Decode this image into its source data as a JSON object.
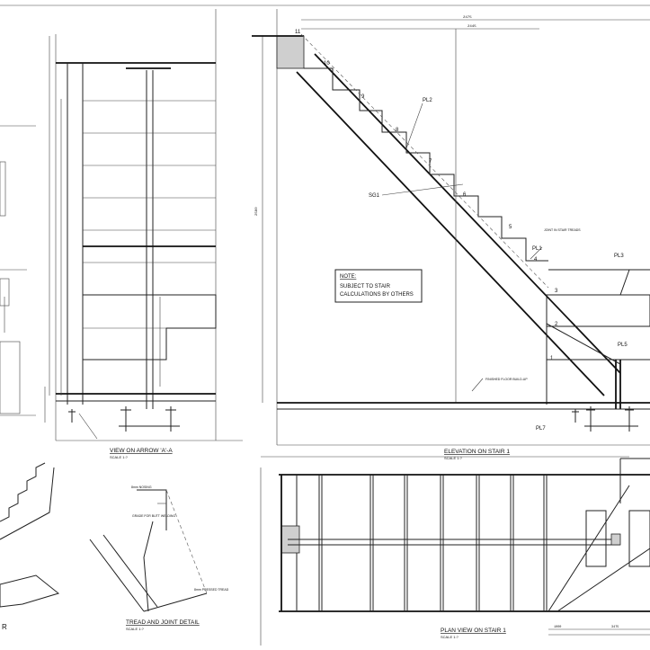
{
  "view_a": {
    "title": "VIEW ON ARROW 'A'-A",
    "scale": "SCALE 1:?"
  },
  "elevation": {
    "title": "ELEVATION ON STAIR 1",
    "scale": "SCALE 1:?",
    "note_heading": "NOTE:",
    "note_line1": "SUBJECT TO STAIR",
    "note_line2": "CALCULATIONS BY OTHERS",
    "steps": [
      "1",
      "2",
      "3",
      "4",
      "5",
      "6",
      "7",
      "8",
      "9",
      "10",
      "11"
    ],
    "labels": {
      "pl1": "PL1",
      "pl2": "PL2",
      "pl3": "PL3",
      "pl5": "PL5",
      "pl7": "PL7",
      "sg1": "SG1"
    },
    "dims": {
      "top1": "2475",
      "top2": "2445",
      "height": "2580"
    },
    "annotations": {
      "floor": "FINISHED FLOOR BUILD-UP",
      "joint": "JOINT IN STAIR TREADS"
    }
  },
  "tread_detail": {
    "title": "TREAD AND JOINT DETAIL",
    "scale": "SCALE 1:?",
    "notes": [
      "8mm NOSING",
      "GRADE FOR BUTT WELDING",
      "8mm PRESSED TREAD"
    ]
  },
  "plan": {
    "title": "PLAN VIEW ON STAIR 1",
    "scale": "SCALE 1:?",
    "dims": {
      "a": "1000",
      "b": "3475"
    }
  },
  "left_partial": {
    "title": "R"
  }
}
